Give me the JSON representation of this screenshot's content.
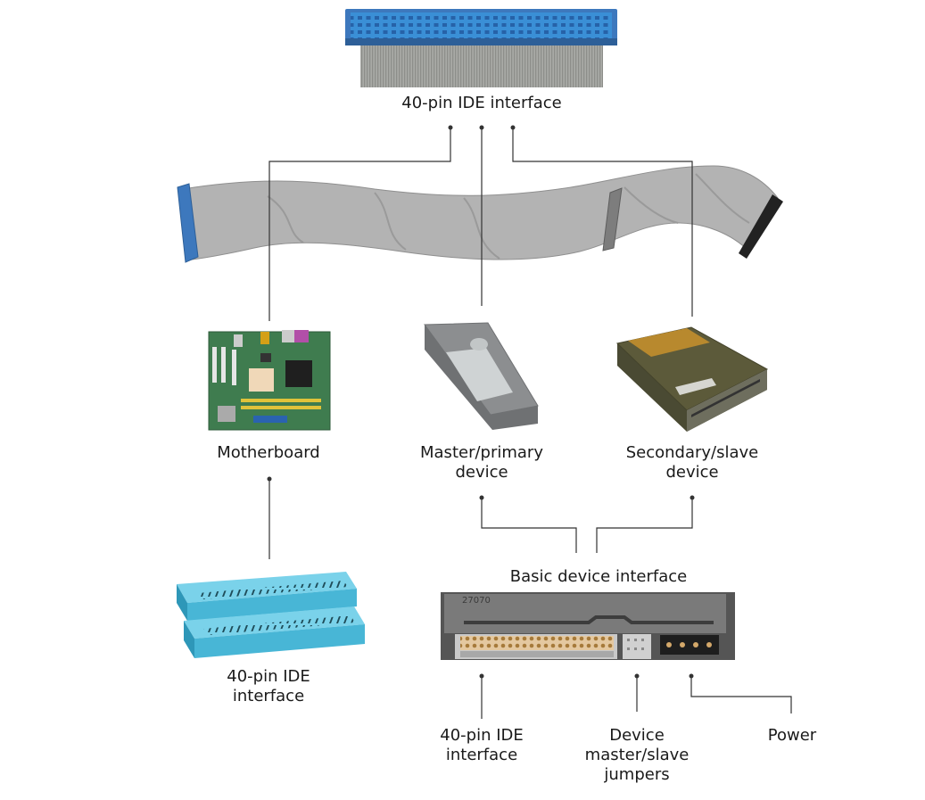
{
  "labels": {
    "top_connector": "40-pin IDE interface",
    "motherboard": "Motherboard",
    "master_line1": "Master/primary",
    "master_line2": "device",
    "slave_line1": "Secondary/slave",
    "slave_line2": "device",
    "mb_connector_line1": "40-pin IDE",
    "mb_connector_line2": "interface",
    "basic_interface": "Basic device interface",
    "drive_pins_line1": "40-pin IDE",
    "drive_pins_line2": "interface",
    "jumpers_line1": "Device",
    "jumpers_line2": "master/slave",
    "jumpers_line3": "jumpers",
    "power": "Power"
  },
  "drive_model_text": "27070",
  "colors": {
    "leader_line": "#333333",
    "ribbon": "#b3b3b3",
    "ribbon_dark": "#9a9a9a",
    "connector_blue": "#3d78bd",
    "connector_cyan": "#48b6d6",
    "connector_black": "#222222",
    "connector_gray": "#7d7d7d",
    "pcb_green": "#3f7c4f",
    "drive_gray": "#8c8e90",
    "optical_olive": "#5c5a3a",
    "label_gold": "#b8892e"
  }
}
